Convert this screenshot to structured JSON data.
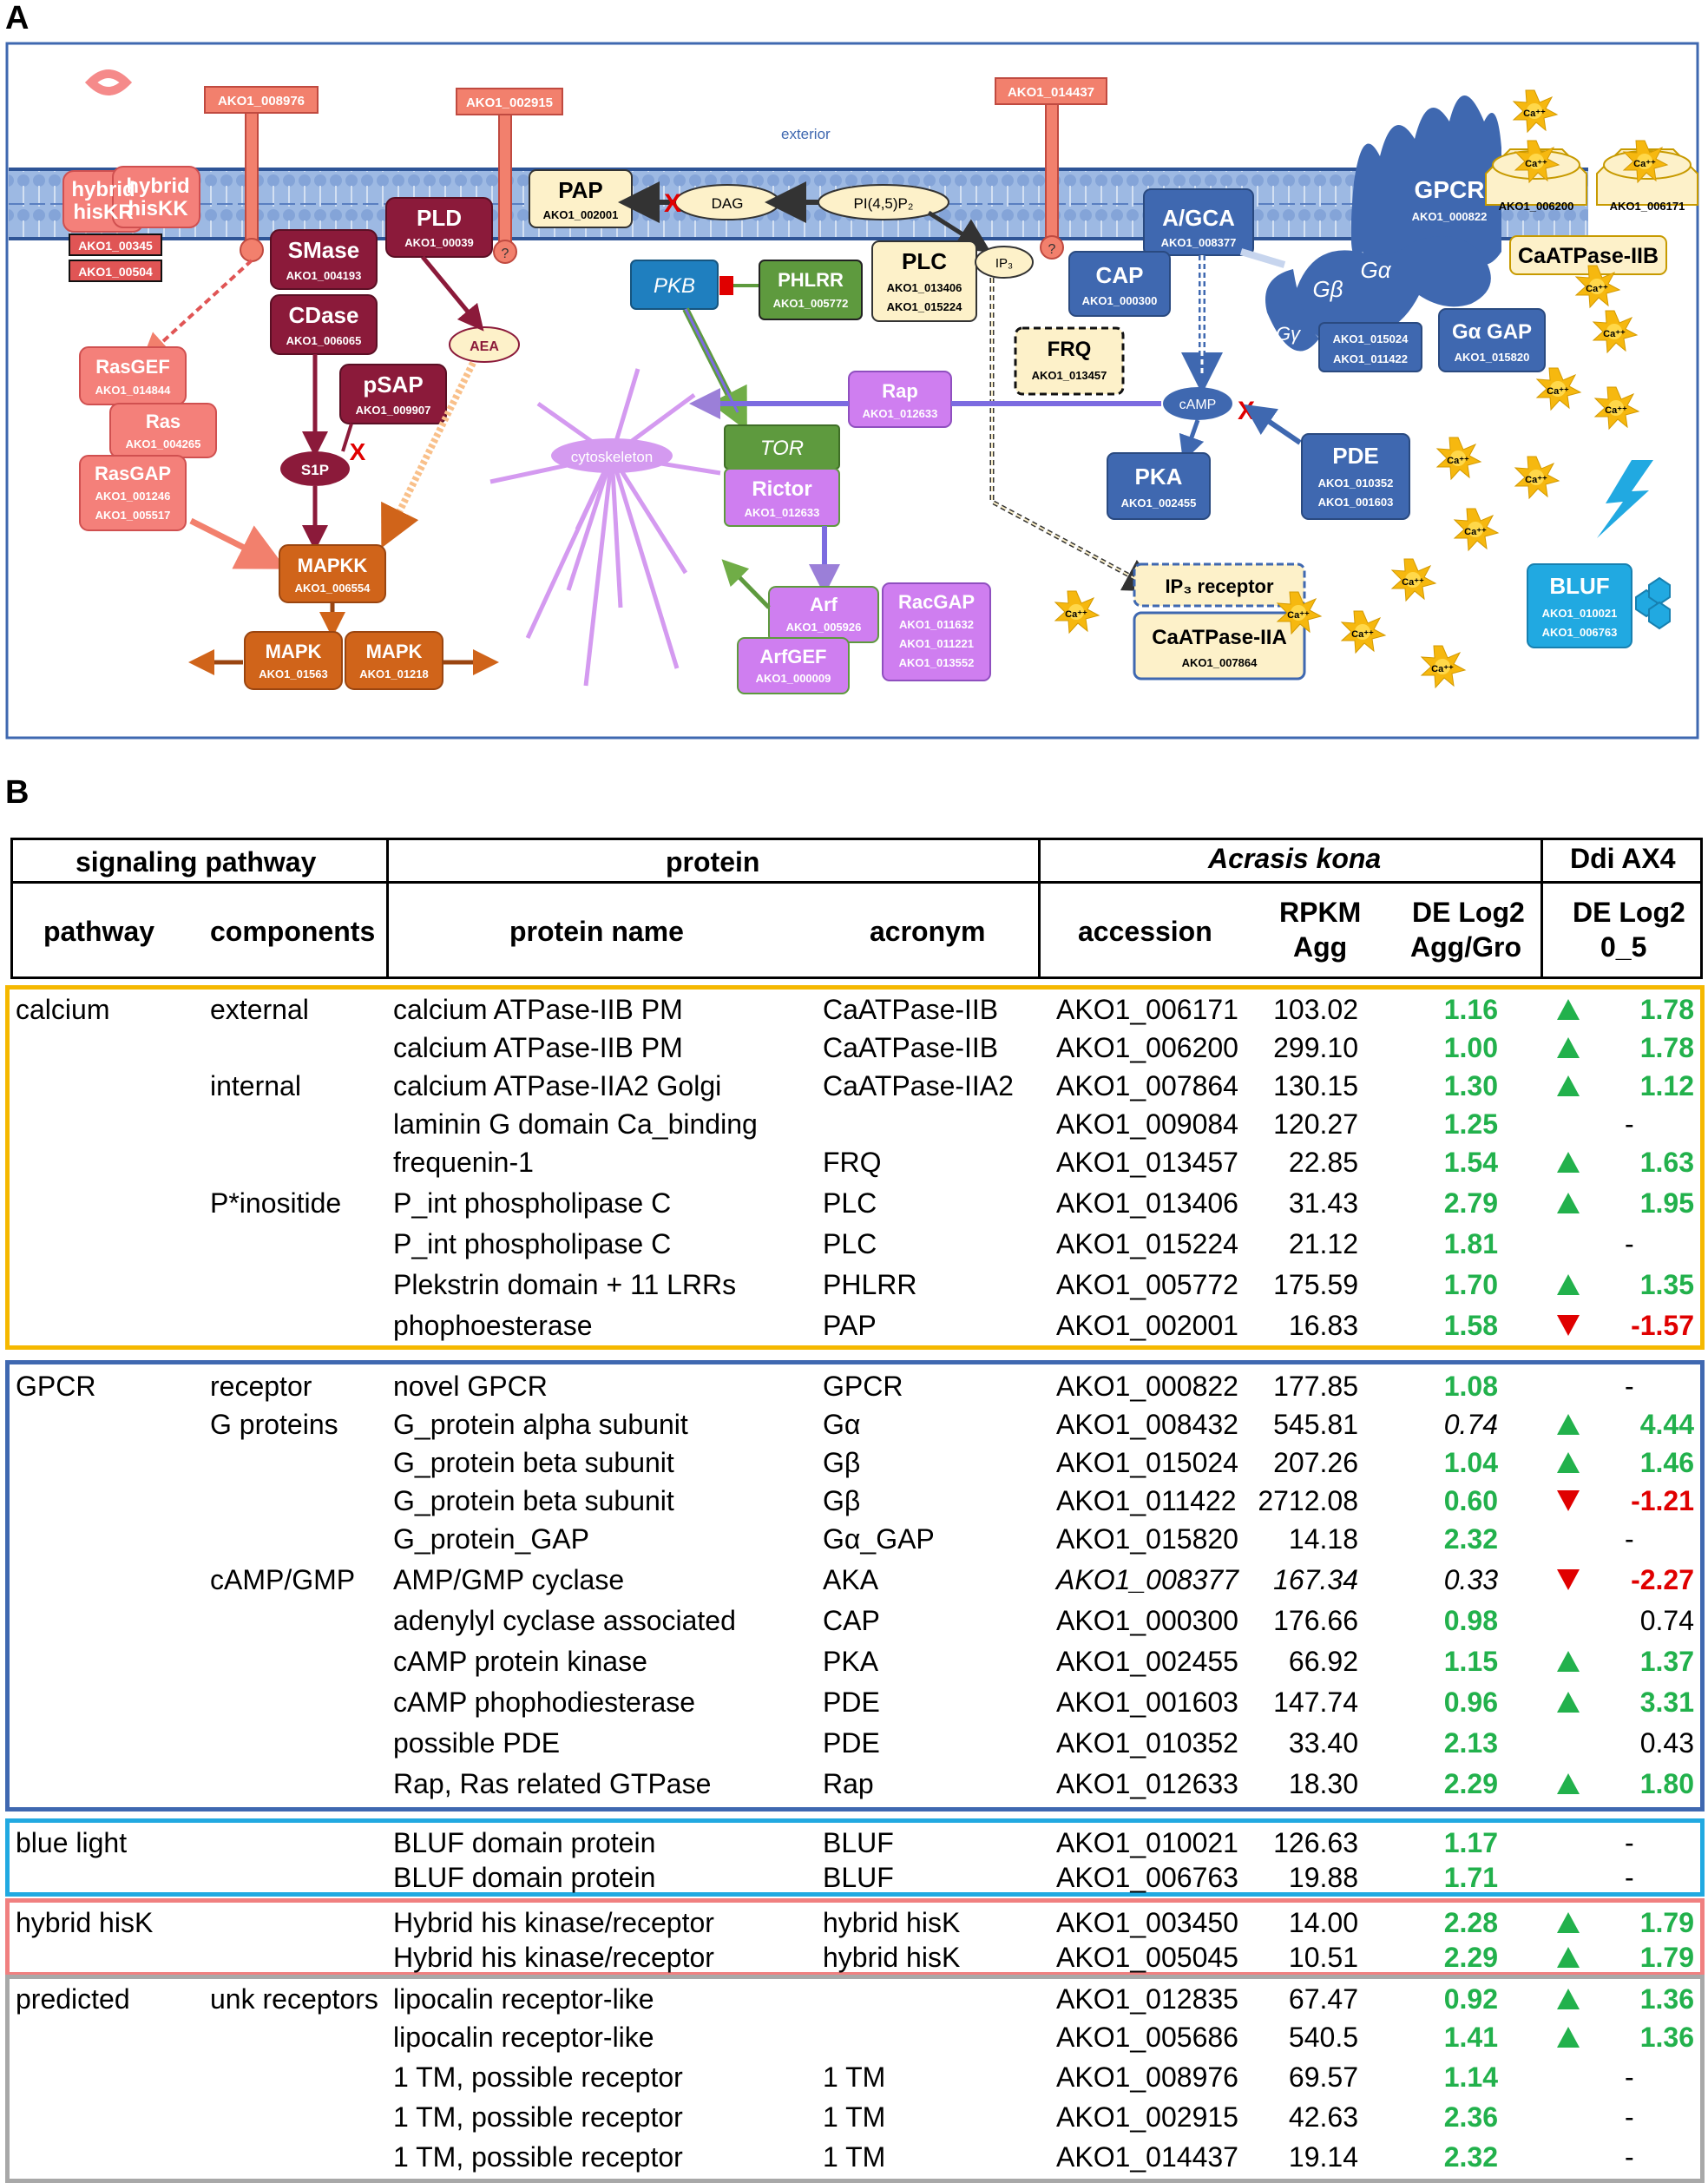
{
  "panel_a": {
    "letter": "A",
    "exterior": "exterior",
    "hybrid_hisKR": "hybrid",
    "hybrid_hisKR2": "hisKR",
    "hybrid_hisKK": "hybrid",
    "hybrid_hisKK2": "hisKK",
    "hisk_acc1": "AKO1_00345",
    "hisk_acc2": "AKO1_00504",
    "tm1": "AKO1_008976",
    "tm2": "AKO1_002915",
    "tm3": "AKO1_014437",
    "pap": "PAP",
    "pap_acc": "AKO1_002001",
    "dag": "DAG",
    "pip2": "PI(4,5)P₂",
    "pld": "PLD",
    "pld_acc": "AKO1_00039",
    "smase": "SMase",
    "smase_acc": "AKO1_004193",
    "cdase": "CDase",
    "cdase_acc": "AKO1_006065",
    "psap": "pSAP",
    "psap_acc": "AKO1_009907",
    "s1p": "S1P",
    "aea": "AEA",
    "rasgef": "RasGEF",
    "rasgef_acc": "AKO1_014844",
    "ras": "Ras",
    "ras_acc": "AKO1_004265",
    "rasgap": "RasGAP",
    "rasgap_acc1": "AKO1_001246",
    "rasgap_acc2": "AKO1_005517",
    "mapkk": "MAPKK",
    "mapkk_acc": "AKO1_006554",
    "mapk": "MAPK",
    "mapk_acc1": "AKO1_01563",
    "mapk_acc2": "AKO1_01218",
    "cytoskeleton": "cytoskeleton",
    "pkb": "PKB",
    "phlrr": "PHLRR",
    "phlrr_acc": "AKO1_005772",
    "plc": "PLC",
    "plc_acc1": "AKO1_013406",
    "plc_acc2": "AKO1_015224",
    "ip3": "IP₃",
    "tor": "TOR",
    "rictor": "Rictor",
    "rictor_acc": "AKO1_012633",
    "rap": "Rap",
    "rap_acc": "AKO1_012633",
    "arf": "Arf",
    "arf_acc": "AKO1_005926",
    "arfgef": "ArfGEF",
    "arfgef_acc": "AKO1_000009",
    "racgap": "RacGAP",
    "racgap_acc1": "AKO1_011632",
    "racgap_acc2": "AKO1_011221",
    "racgap_acc3": "AKO1_013552",
    "frq": "FRQ",
    "frq_acc": "AKO1_013457",
    "agca": "A/GCA",
    "agca_acc": "AKO1_008377",
    "cap": "CAP",
    "cap_acc": "AKO1_000300",
    "camp": "cAMP",
    "pka": "PKA",
    "pka_acc": "AKO1_002455",
    "pde": "PDE",
    "pde_acc1": "AKO1_010352",
    "pde_acc2": "AKO1_001603",
    "gpcr": "GPCR",
    "gpcr_acc": "AKO1_000822",
    "gb": "Gβ",
    "ga": "Gα",
    "gg": "Gγ",
    "g_acc1": "AKO1_015024",
    "g_acc2": "AKO1_011422",
    "gagap": "Gα GAP",
    "gagap_acc": "AKO1_015820",
    "caatp_iib": "CaATPase-IIB",
    "caatp_iib_acc1": "AKO1_006200",
    "caatp_iib_acc2": "AKO1_006171",
    "ip3r": "IP₃ receptor",
    "caatp_iia": "CaATPase-IIA",
    "caatp_iia_acc": "AKO1_007864",
    "bluf": "BLUF",
    "bluf_acc1": "AKO1_010021",
    "bluf_acc2": "AKO1_006763",
    "ca": "Ca⁺⁺",
    "x_mark": "X"
  },
  "panel_b": {
    "letter": "B",
    "headers": {
      "signaling_pathway": "signaling pathway",
      "protein": "protein",
      "species": "Acrasis kona",
      "ddi": "Ddi AX4",
      "pathway": "pathway",
      "components": "components",
      "protein_name": "protein name",
      "acronym": "acronym",
      "accession": "accession",
      "rpkm1": "RPKM",
      "rpkm2": "Agg",
      "de1": "DE Log2",
      "de2": "Agg/Gro",
      "ddide1": "DE Log2",
      "ddide2": "0_5"
    },
    "groups": [
      {
        "color": "#f5b800",
        "rows": [
          {
            "pathway": "calcium",
            "components": "external",
            "name": "calcium ATPase-IIB PM",
            "acr": "CaATPase-IIB",
            "acc": "AKO1_006171",
            "rpkm": "103.02",
            "de": "1.16",
            "dir": "up",
            "ddi": "1.78"
          },
          {
            "pathway": "",
            "components": "",
            "name": "calcium ATPase-IIB PM",
            "acr": "CaATPase-IIB",
            "acc": "AKO1_006200",
            "rpkm": "299.10",
            "de": "1.00",
            "dir": "up",
            "ddi": "1.78"
          },
          {
            "pathway": "",
            "components": "internal",
            "name": "calcium ATPase-IIA2 Golgi",
            "acr": "CaATPase-IIA2",
            "acc": "AKO1_007864",
            "rpkm": "130.15",
            "de": "1.30",
            "dir": "up",
            "ddi": "1.12"
          },
          {
            "pathway": "",
            "components": "",
            "name": "laminin G domain Ca_binding",
            "acr": "",
            "acc": "AKO1_009084",
            "rpkm": "120.27",
            "de": "1.25",
            "dir": "none",
            "ddi": "-"
          },
          {
            "pathway": "",
            "components": "",
            "name": "frequenin-1",
            "acr": "FRQ",
            "acc": "AKO1_013457",
            "rpkm": "22.85",
            "de": "1.54",
            "dir": "up",
            "ddi": "1.63"
          },
          {
            "pathway": "",
            "components": "P*inositide",
            "name": "P_int phospholipase C",
            "acr": "PLC",
            "acc": "AKO1_013406",
            "rpkm": "31.43",
            "de": "2.79",
            "dir": "up",
            "ddi": "1.95"
          },
          {
            "pathway": "",
            "components": "",
            "name": "P_int phospholipase C",
            "acr": "PLC",
            "acc": "AKO1_015224",
            "rpkm": "21.12",
            "de": "1.81",
            "dir": "none",
            "ddi": "-"
          },
          {
            "pathway": "",
            "components": "",
            "name": "Plekstrin domain + 11 LRRs",
            "acr": "PHLRR",
            "acc": "AKO1_005772",
            "rpkm": "175.59",
            "de": "1.70",
            "dir": "up",
            "ddi": "1.35"
          },
          {
            "pathway": "",
            "components": "",
            "name": "phophoesterase",
            "acr": "PAP",
            "acc": "AKO1_002001",
            "rpkm": "16.83",
            "de": "1.58",
            "dir": "down",
            "ddi": "-1.57"
          }
        ]
      },
      {
        "color": "#3f68b0",
        "rows": [
          {
            "pathway": "GPCR",
            "components": "receptor",
            "name": "novel GPCR",
            "acr": "GPCR",
            "acc": "AKO1_000822",
            "rpkm": "177.85",
            "de": "1.08",
            "dir": "none",
            "ddi": "-"
          },
          {
            "pathway": "",
            "components": "G proteins",
            "name": "G_protein alpha subunit",
            "acr": "Gα",
            "acc": "AKO1_008432",
            "rpkm": "545.81",
            "de": "0.74",
            "de_style": "italic",
            "dir": "up",
            "ddi": "4.44"
          },
          {
            "pathway": "",
            "components": "",
            "name": "G_protein beta subunit",
            "acr": "Gβ",
            "acc": "AKO1_015024",
            "rpkm": "207.26",
            "de": "1.04",
            "dir": "up",
            "ddi": "1.46"
          },
          {
            "pathway": "",
            "components": "",
            "name": "G_protein beta subunit",
            "acr": "Gβ",
            "acc": "AKO1_011422",
            "rpkm": "2712.08",
            "de": "0.60",
            "dir": "down",
            "ddi": "-1.21"
          },
          {
            "pathway": "",
            "components": "",
            "name": "G_protein_GAP",
            "acr": "Gα_GAP",
            "acc": "AKO1_015820",
            "rpkm": "14.18",
            "de": "2.32",
            "dir": "none",
            "ddi": "-"
          },
          {
            "pathway": "",
            "components": "cAMP/GMP",
            "name": "AMP/GMP cyclase",
            "acr": "AKA",
            "acc": "AKO1_008377",
            "acc_style": "italic",
            "rpkm": "167.34",
            "rpkm_style": "italic",
            "de": "0.33",
            "de_style": "italic",
            "dir": "down",
            "ddi": "-2.27"
          },
          {
            "pathway": "",
            "components": "",
            "name": "adenylyl cyclase associated",
            "acr": "CAP",
            "acc": "AKO1_000300",
            "rpkm": "176.66",
            "de": "0.98",
            "dir": "plain",
            "ddi": "0.74"
          },
          {
            "pathway": "",
            "components": "",
            "name": "cAMP protein kinase",
            "acr": "PKA",
            "acc": "AKO1_002455",
            "rpkm": "66.92",
            "de": "1.15",
            "dir": "up",
            "ddi": "1.37"
          },
          {
            "pathway": "",
            "components": "",
            "name": "cAMP phophodiesterase",
            "acr": "PDE",
            "acc": "AKO1_001603",
            "rpkm": "147.74",
            "de": "0.96",
            "dir": "up",
            "ddi": "3.31"
          },
          {
            "pathway": "",
            "components": "",
            "name": "possible PDE",
            "acr": "PDE",
            "acc": "AKO1_010352",
            "rpkm": "33.40",
            "de": "2.13",
            "dir": "plain",
            "ddi": "0.43"
          },
          {
            "pathway": "",
            "components": "",
            "name": "Rap, Ras related GTPase",
            "acr": "Rap",
            "acc": "AKO1_012633",
            "rpkm": "18.30",
            "de": "2.29",
            "dir": "up",
            "ddi": "1.80"
          }
        ]
      },
      {
        "color": "#21a9e1",
        "rows": [
          {
            "pathway": "blue light",
            "components": "",
            "name": "BLUF domain protein",
            "acr": "BLUF",
            "acc": "AKO1_010021",
            "rpkm": "126.63",
            "de": "1.17",
            "dir": "none",
            "ddi": "-"
          },
          {
            "pathway": "",
            "components": "",
            "name": "BLUF domain protein",
            "acr": "BLUF",
            "acc": "AKO1_006763",
            "rpkm": "19.88",
            "de": "1.71",
            "dir": "none",
            "ddi": "-"
          }
        ]
      },
      {
        "color": "#f08080",
        "rows": [
          {
            "pathway": "hybrid hisK",
            "components": "",
            "name": "Hybrid his kinase/receptor",
            "acr": "hybrid hisK",
            "acc": "AKO1_003450",
            "rpkm": "14.00",
            "de": "2.28",
            "dir": "up",
            "ddi": "1.79"
          },
          {
            "pathway": "",
            "components": "",
            "name": "Hybrid his kinase/receptor",
            "acr": "hybrid hisK",
            "acc": "AKO1_005045",
            "rpkm": "10.51",
            "de": "2.29",
            "dir": "up",
            "ddi": "1.79"
          }
        ]
      },
      {
        "color": "#a8a8a8",
        "rows": [
          {
            "pathway": "predicted",
            "components": "unk receptors",
            "name": "lipocalin receptor-like",
            "acr": "",
            "acc": "AKO1_012835",
            "rpkm": "67.47",
            "de": "0.92",
            "dir": "up",
            "ddi": "1.36"
          },
          {
            "pathway": "",
            "components": "",
            "name": "lipocalin receptor-like",
            "acr": "",
            "acc": "AKO1_005686",
            "rpkm": "540.5",
            "de": "1.41",
            "dir": "up",
            "ddi": "1.36"
          },
          {
            "pathway": "",
            "components": "",
            "name": "1 TM, possible receptor",
            "acr": "1 TM",
            "acc": "AKO1_008976",
            "rpkm": "69.57",
            "de": "1.14",
            "dir": "none",
            "ddi": "-"
          },
          {
            "pathway": "",
            "components": "",
            "name": "1 TM, possible receptor",
            "acr": "1 TM",
            "acc": "AKO1_002915",
            "rpkm": "42.63",
            "de": "2.36",
            "dir": "none",
            "ddi": "-"
          },
          {
            "pathway": "",
            "components": "",
            "name": "1 TM, possible receptor",
            "acr": "1 TM",
            "acc": "AKO1_014437",
            "rpkm": "19.14",
            "de": "2.32",
            "dir": "none",
            "ddi": "-"
          }
        ]
      }
    ]
  }
}
